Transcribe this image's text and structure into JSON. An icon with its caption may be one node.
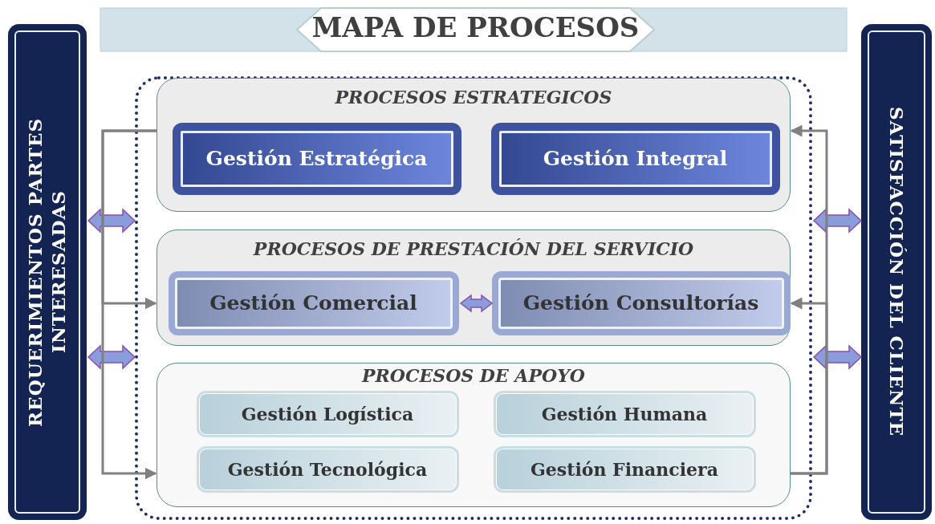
{
  "diagram": {
    "title": "MAPA DE PROCESOS",
    "nodes": [
      {
        "text": [
          "REQUERIMIENTOS PARTES INTERESADAS"
        ]
      },
      {
        "text": [],
        "shape": "box"
      },
      {
        "text": [
          "PROCESOS ESTRATEGICOS"
        ],
        "in": 1
      },
      {
        "text": [
          "Gestión Estratégica"
        ],
        "in": 2
      },
      {
        "text": [
          "Gestión Integral"
        ],
        "in": 2
      },
      {
        "text": [
          "PROCESOS DE PRESTACIÓN DEL SERVICIO"
        ],
        "in": 1
      },
      {
        "text": [
          "Gestión Comercial"
        ],
        "in": 5
      },
      {
        "text": [
          "Gestión Consultorías"
        ],
        "in": 5
      },
      {
        "text": [
          "PROCESOS DE APOYO"
        ],
        "in": 1
      },
      {
        "text": [
          "Gestión Logística"
        ],
        "in": 8
      },
      {
        "text": [
          "Gestión Humana"
        ],
        "in": 8
      },
      {
        "text": [
          "Gestión Tecnológica"
        ],
        "in": 8
      },
      {
        "text": [
          "Gestión Financiera"
        ],
        "in": 8
      },
      {
        "text": [
          "SATISFACCIÓN DEL CLIENTE"
        ]
      }
    ],
    "edges": [
      {
        "from": 0,
        "to": 1,
        "arrow": "both",
        "style": "thick"
      },
      {
        "from": 0,
        "to": 1,
        "arrow": "both",
        "style": "thick"
      },
      {
        "from": 1,
        "to": 13,
        "arrow": "both",
        "style": "thick"
      },
      {
        "from": 1,
        "to": 13,
        "arrow": "both",
        "style": "thick"
      },
      {
        "from": 6,
        "to": 7,
        "arrow": "both",
        "style": "thick"
      },
      {
        "from": 2,
        "to": 5,
        "arrow": "to",
        "color": "#808080"
      },
      {
        "from": 2,
        "to": 8,
        "arrow": "to",
        "color": "#808080"
      },
      {
        "from": 8,
        "to": 2,
        "arrow": "to",
        "color": "#808080"
      },
      {
        "from": 8,
        "to": 5,
        "arrow": "to",
        "color": "#808080"
      }
    ]
  }
}
